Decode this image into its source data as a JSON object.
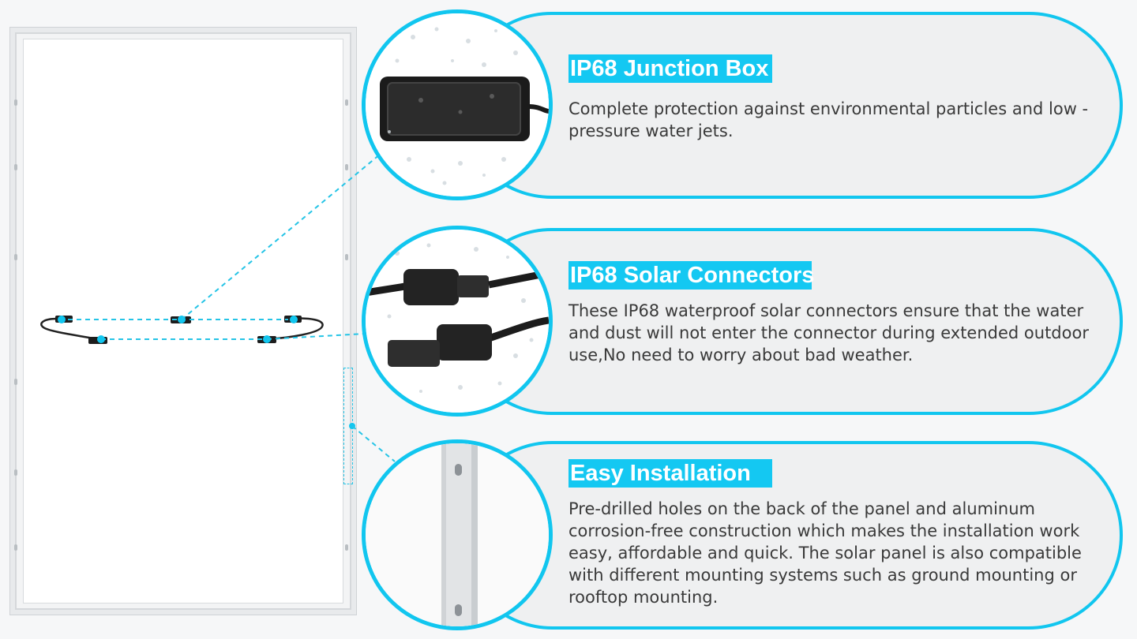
{
  "colors": {
    "accent": "#11c6ef",
    "title_bg": "#14c8f2",
    "card_bg": "#eff0f1",
    "text": "#3a3a3a",
    "leader_line": "#25c4e6"
  },
  "features": [
    {
      "title": "IP68 Junction Box",
      "description": "Complete protection against environmental particles and low -pressure water jets.",
      "image": "junction-box-with-water-drops"
    },
    {
      "title": "IP68 Solar Connectors",
      "description": "These IP68 waterproof solar connectors ensure that the water and dust will not enter the connector during extended outdoor use,No need to worry about bad weather.",
      "image": "mc4-connectors-with-water-drops"
    },
    {
      "title": "Easy Installation",
      "description": "Pre-drilled holes on the back of the panel and aluminum corrosion-free construction which makes the installation work easy, affordable and quick. The solar panel is also compatible with different mounting systems such as ground mounting or rooftop mounting.",
      "image": "aluminum-frame-with-drilled-holes"
    }
  ]
}
